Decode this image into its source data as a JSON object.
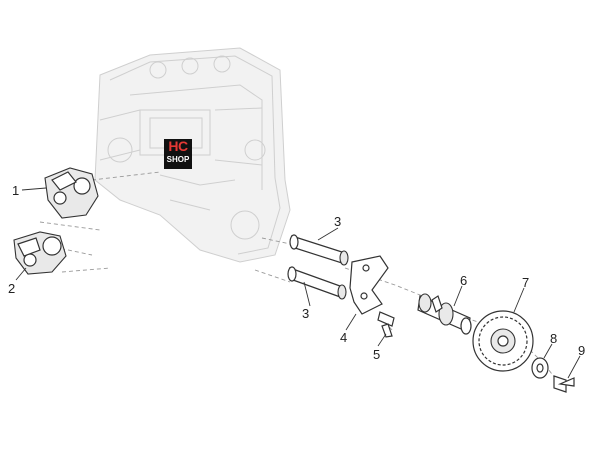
{
  "diagram": {
    "logo": {
      "line1": "HC",
      "line2": "SHOP"
    },
    "callouts": [
      {
        "id": "1",
        "label": "1"
      },
      {
        "id": "2",
        "label": "2"
      },
      {
        "id": "3a",
        "label": "3"
      },
      {
        "id": "3b",
        "label": "3"
      },
      {
        "id": "4",
        "label": "4"
      },
      {
        "id": "5",
        "label": "5"
      },
      {
        "id": "6",
        "label": "6"
      },
      {
        "id": "7",
        "label": "7"
      },
      {
        "id": "8",
        "label": "8"
      },
      {
        "id": "9",
        "label": "9"
      }
    ]
  }
}
